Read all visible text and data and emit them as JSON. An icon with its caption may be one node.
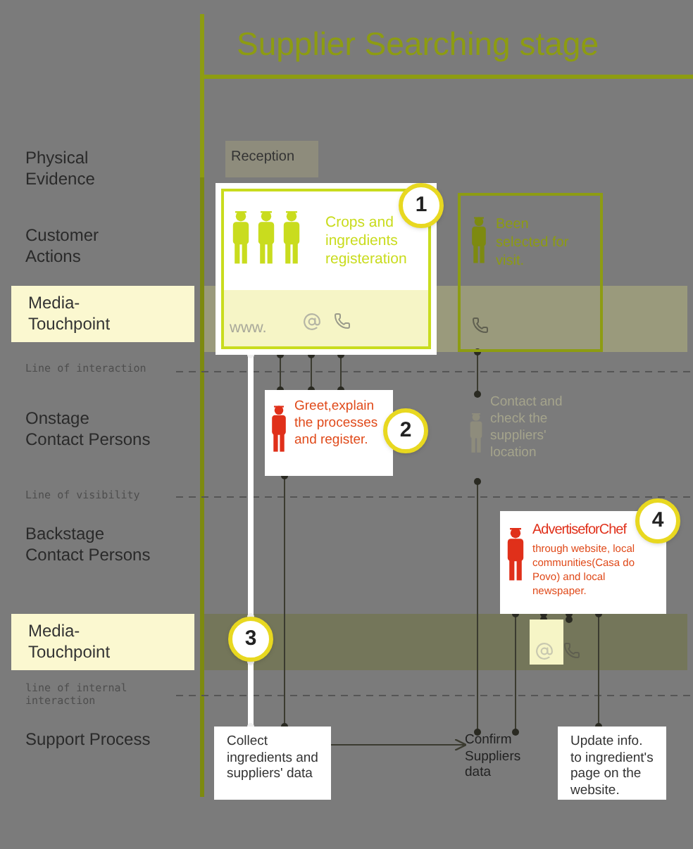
{
  "diagram": {
    "title": "Supplier Searching stage",
    "nodes": [
      {
        "text": [
          "Reception"
        ]
      },
      {
        "text": [
          "Media-Touchpoint"
        ]
      },
      {
        "text": [
          "Crops and ingredients registeration",
          "www."
        ]
      },
      {
        "text": [
          "1"
        ]
      },
      {
        "text": [
          "Been selected for visit."
        ]
      },
      {
        "text": [
          "Greet,explain the processes and register."
        ]
      },
      {
        "text": [
          "2"
        ]
      },
      {
        "text": [
          "Contact and check the suppliers' location"
        ]
      },
      {
        "text": [
          "Media-Touchpoint"
        ]
      },
      {
        "text": [
          "3"
        ]
      },
      {
        "text": [
          "AdvertiseforChef",
          "through website, local communities(Casa do Povo) and local newspaper."
        ]
      },
      {
        "text": [
          "4"
        ]
      },
      {
        "text": [],
        "shape": "box"
      },
      {
        "text": [
          "Collect ingredients and suppliers' data"
        ]
      },
      {
        "text": [
          "Confirm Suppliers data"
        ]
      },
      {
        "text": [
          "Update info. to ingredient's page on the website."
        ]
      }
    ],
    "edges": [
      {
        "from": 2,
        "to": 5,
        "arrow": "other"
      },
      {
        "from": 2,
        "to": 5,
        "arrow": "other"
      },
      {
        "from": 2,
        "to": 5,
        "arrow": "other"
      },
      {
        "from": 2,
        "to": 9,
        "arrow": "other",
        "style": "thick",
        "color": "#ffffff"
      },
      {
        "from": 9,
        "to": 13,
        "arrow": "other",
        "style": "thick",
        "color": "#ffffff"
      },
      {
        "from": 5,
        "to": 13,
        "arrow": "other"
      },
      {
        "from": 4,
        "to": 7,
        "arrow": "other"
      },
      {
        "from": 7,
        "to": 14,
        "arrow": "other"
      },
      {
        "from": 10,
        "to": 14,
        "arrow": "other"
      },
      {
        "from": 10,
        "to": 12,
        "arrow": "other"
      },
      {
        "from": 10,
        "to": 12,
        "arrow": "other"
      },
      {
        "from": 10,
        "to": 15,
        "arrow": "other"
      },
      {
        "from": 13,
        "to": 14,
        "arrow": "to"
      }
    ],
    "labels": [
      "Physical Evidence",
      "Customer Actions",
      "Line of interaction",
      "Onstage Contact Persons",
      "Line of visibility",
      "Backstage Contact Persons",
      "line of internal interaction",
      "Support Process"
    ]
  }
}
